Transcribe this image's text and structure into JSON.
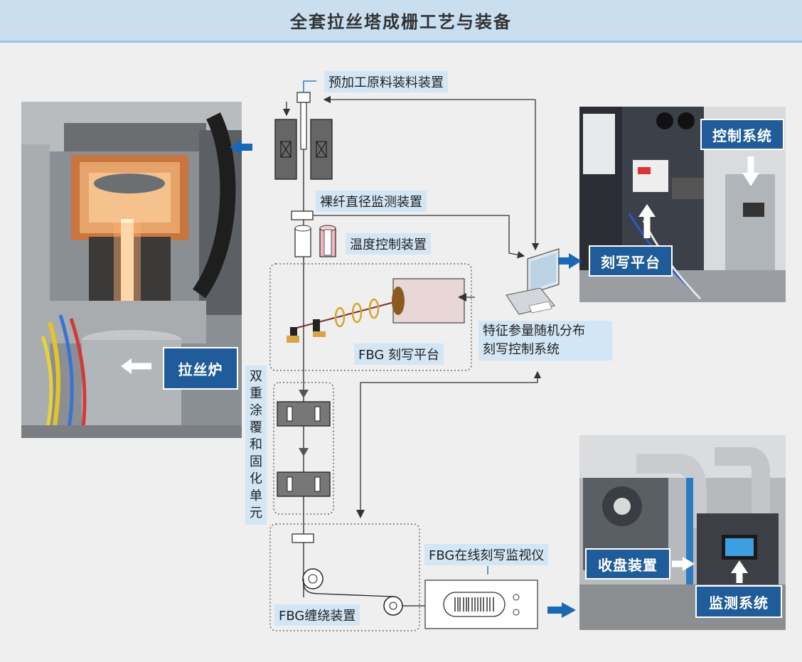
{
  "header": {
    "title": "全套拉丝塔成栅工艺与装备"
  },
  "labels": {
    "preform_loading": "预加工原料装料装置",
    "diameter_monitor": "裸纤直径监测装置",
    "temp_control": "温度控制装置",
    "fbg_writing_platform": "FBG 刻写平台",
    "random_distribution_line1": "特征参量随机分布",
    "random_distribution_line2": "刻写控制系统",
    "dual_coating": "双重涂覆和固化单元",
    "fbg_winding": "FBG缠绕装置",
    "fbg_online_monitor": "FBG在线刻写监视仪"
  },
  "photo_labels": {
    "drawing_furnace": "拉丝炉",
    "control_system": "控制系统",
    "writing_platform": "刻写平台",
    "take_up_device": "收盘装置",
    "monitoring_system": "监测系统"
  },
  "colors": {
    "header_bg": "#c9dff0",
    "label_bg": "#d3e6f5",
    "badge_bg": "#1f5c99",
    "arrow_blue": "#1a67b5"
  }
}
